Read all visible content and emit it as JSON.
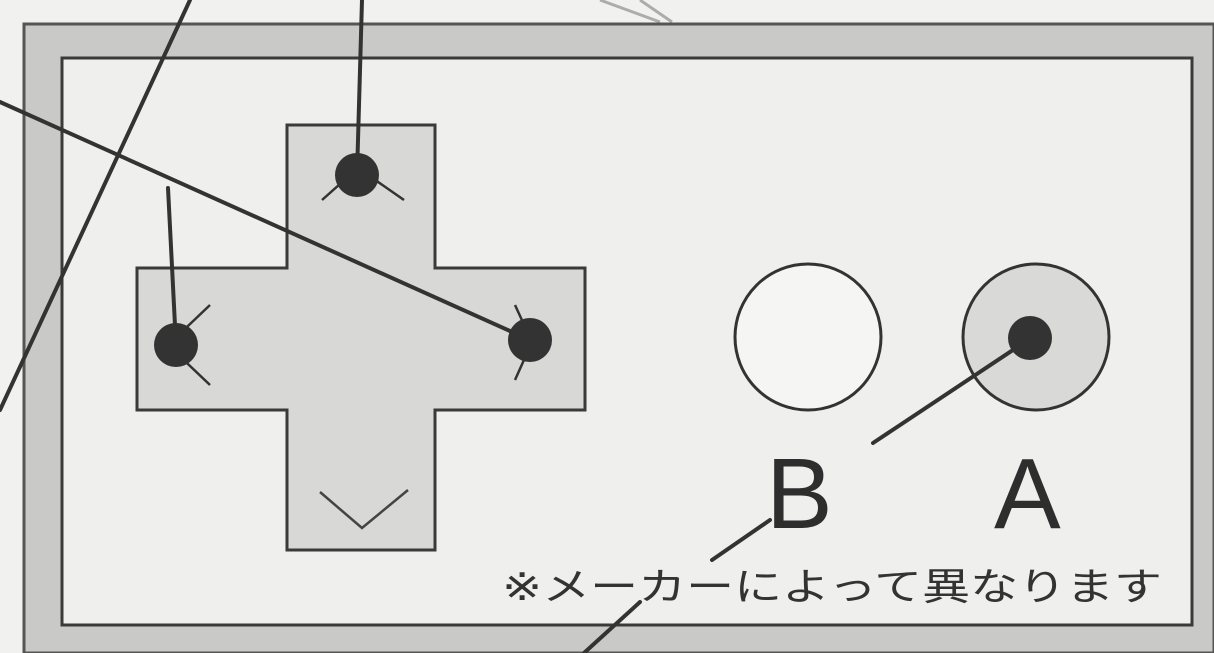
{
  "diagram": {
    "buttons": {
      "b_label": "B",
      "a_label": "A"
    },
    "note": "※メーカーによって異なります"
  }
}
